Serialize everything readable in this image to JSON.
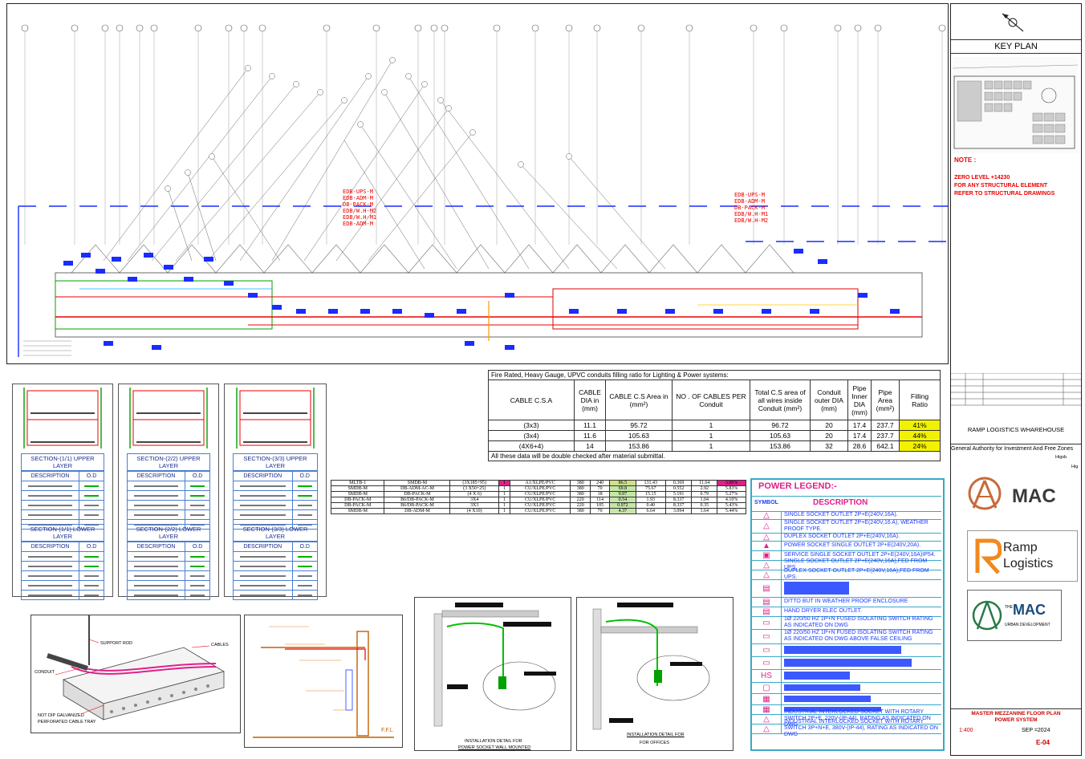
{
  "key_plan": {
    "title": "KEY PLAN",
    "note_label": "NOTE :",
    "note_lines": [
      "ZERO LEVEL +14230",
      "FOR ANY STRUCTURAL ELEMENT",
      "REFER TO STRUCTURAL DRAWINGS"
    ]
  },
  "project": {
    "name": "RAMP LOGISTICS WHAREHOUSE",
    "authority": "General Authority for Investment And Free Zones",
    "cut1": "Higsb",
    "cut2": "Hig"
  },
  "logos": {
    "mac": "MAC",
    "ramp1": "Ramp",
    "ramp2": "Logistics",
    "mac2_prefix": "THE",
    "mac2": "MAC",
    "mac2_sub": "URBAN DEVELOPMENT"
  },
  "drawing": {
    "title1": "MASTER MEZZANINE FLOOR PLAN",
    "title2": "POWER SYSTEM",
    "scale": "1:400",
    "date": "SEP =2024",
    "number": "E-04"
  },
  "plan_labels": {
    "left": [
      "EDB-UPS-M",
      "EDB-ADM-M",
      "DB-PACK-M",
      "EDB/W.H-M2",
      "EDB/W.H-M1",
      "EDB-ADM-M"
    ],
    "right": [
      "EDB-UPS-M",
      "EDB-ADM-M",
      "DB-PACK-M",
      "EDB/W.H-M1",
      "EDB/W.H-M2"
    ]
  },
  "fill_table": {
    "caption": "Fire Rated, Heavy Gauge, UPVC conduits filling ratio for Lighting & Power systems:",
    "headers": [
      "CABLE C.S.A",
      "CABLE DIA in (mm)",
      "CABLE C.S Area in (mm²)",
      "NO . OF CABLES PER Conduit",
      "Total C.S area of all wires inside Conduit (mm²)",
      "Conduit outer DIA (mm)",
      "Pipe Inner DIA (mm)",
      "Pipe Area (mm²)",
      "Filling Ratio"
    ],
    "rows": [
      [
        "(3x3)",
        "11.1",
        "95.72",
        "1",
        "96.72",
        "20",
        "17.4",
        "237.7",
        "41%"
      ],
      [
        "(3x4)",
        "11.6",
        "105.63",
        "1",
        "105.63",
        "20",
        "17.4",
        "237.7",
        "44%"
      ],
      [
        "(4X6+4)",
        "14",
        "153.86",
        "1",
        "153.86",
        "32",
        "28.6",
        "642.1",
        "24%"
      ]
    ],
    "footer": "All these data will be double checked after material submittal."
  },
  "feeder_table": {
    "rows": [
      [
        "MLTB-1",
        "SMDB-M",
        "(3X185+95)",
        "1",
        "A1/XLPE/PVC",
        "380",
        "240",
        "86.5",
        "131.43",
        "0.369",
        "11.64",
        "3.06%"
      ],
      [
        "SMDB-M",
        "DB-ADM-AC-M",
        "(3 X50+25)",
        "1",
        "CU/XLPE/PVC",
        "380",
        "70",
        "69.8",
        "75.67",
        "0.552",
        "2.92",
        "5.83%"
      ],
      [
        "SMDB-M",
        "DB-PACK-M",
        "(4 X 6)",
        "1",
        "CU/XLPE/PVC",
        "380",
        "18",
        "9.97",
        "15.15",
        "5.191",
        "0.79",
        "5.27%"
      ],
      [
        "DB-PACK-M",
        "B6/DB-PACK-M",
        "3X4",
        "1",
        "CU/XLPE/PVC",
        "220",
        "114",
        "0.54",
        "1.93",
        "8.337",
        "1.04",
        "4.10%"
      ],
      [
        "DB-PACK-M",
        "B6/DB-PACK-M",
        "3X3",
        "1",
        "CU/XLPE/PVC",
        "220",
        "105",
        "0.972",
        "0.40",
        "8.337",
        "0.35",
        "5.43%"
      ],
      [
        "SMDB-M",
        "DB-ADM-M",
        "(4 X10)",
        "1",
        "CU/XLPE/PVC",
        "380",
        "70",
        "4.37",
        "6.64",
        "3.094",
        "1.64",
        "5.44%"
      ]
    ]
  },
  "legend": {
    "title": "POWER LEGEND:-",
    "col_symbol": "SYMBOL",
    "col_desc": "DESCRIPTION",
    "items": [
      {
        "icon": "△",
        "text": "SINGLE SOCKET OUTLET 2P+E(240V,16A)."
      },
      {
        "icon": "△",
        "text": "SINGLE SOCKET OUTLET 2P+E(240V,16 A), WEATHER PROOF TYPE."
      },
      {
        "icon": "△",
        "text": "DUPLEX SOCKET OUTLET 2P+E(240V,16A)."
      },
      {
        "icon": "▲",
        "text": "POWER SOCKET SINGLE OUTLET 2P+E(240V,20A)."
      },
      {
        "icon": "▣",
        "text": "SERVICE SINGLE SOCKET OUTLET 2P+E(240V,16A)IP54."
      },
      {
        "icon": "△",
        "text": "SINGLE SOCKET OUTLET 2P+E(240V,16A),FED FROM UPS."
      },
      {
        "icon": "△",
        "text": "DUPLEX SOCKET OUTLET 2P+E(240V,16A),FED FROM UPS."
      },
      {
        "icon": "▤",
        "text": ""
      },
      {
        "icon": "▤",
        "text": "DITTO BUT IN WEATHER PROOF ENCLOSURE"
      },
      {
        "icon": "▤",
        "text": "HAND DRYER ELEC OUTLET."
      },
      {
        "icon": "▭",
        "text": "1Ø 220/50 HZ 1P+N FUSED ISOLATING SWITCH RATING AS INDICATED ON DWG"
      },
      {
        "icon": "▭",
        "text": "1Ø 220/50 HZ 1P+N FUSED ISOLATING SWITCH RATING AS INDICATED ON DWG ABOVE FALSE CEILING"
      },
      {
        "icon": "▭",
        "text": ""
      },
      {
        "icon": "▭",
        "text": ""
      },
      {
        "icon": "HS",
        "text": ""
      },
      {
        "icon": "▢",
        "text": ""
      },
      {
        "icon": "▦",
        "text": ""
      },
      {
        "icon": "▦",
        "text": ""
      },
      {
        "icon": "△",
        "text": "INDUSTRIAL INTERLOCKED SOCKET WITH ROTARY SWITCH 2P+E, 220V-(IP-44), RATING AS INDICATED ON DWG"
      },
      {
        "icon": "△",
        "text": "INDUSTRIAL INTERLOCKED SOCKET WITH ROTARY SWITCH 3P+N+E, 380V-(IP-44), RATING AS INDICATED ON DWG"
      }
    ]
  },
  "sections": [
    {
      "upper": "SECTION-(1/1) UPPER LAYER",
      "lower": "SECTION-(1/1) LOWER LAYER"
    },
    {
      "upper": "SECTION-(2/2) UPPER LAYER",
      "lower": "SECTION-(2/2) LOWER LAYER"
    },
    {
      "upper": "SECTION-(3/3) UPPER LAYER",
      "lower": "SECTION-(3/3) LOWER LAYER"
    }
  ],
  "section_cols": {
    "desc": "DESCRIPTION",
    "od": "O.D"
  },
  "tray_detail": {
    "support_rod": "SUPPORT ROD",
    "cables": "CABLES",
    "conduit": "CONDUIT",
    "tray1": "NOT DIP GALVANIZED",
    "tray2": "PERFORATED CABLE TRAY"
  },
  "ffl": "F.F.L",
  "install_wall1": "INSTALLATION DETAIL FOR",
  "install_wall2": "POWER SOCKET WALL MOUNTED",
  "install_off1": "INSTALLATION DETAIL FOR",
  "install_off2": "FOR OFFICES"
}
